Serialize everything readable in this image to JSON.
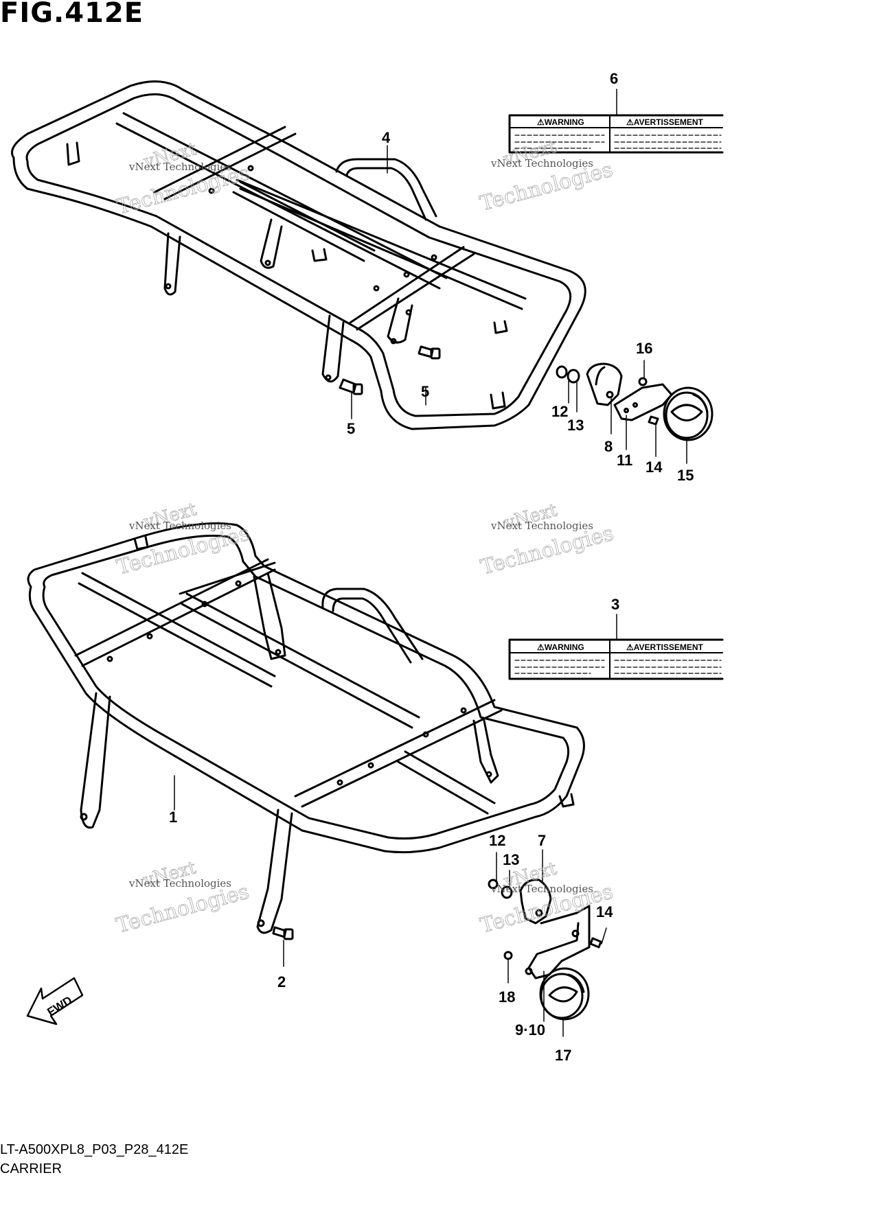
{
  "figure": {
    "title": "FIG.412E",
    "code": "LT-A500XPL8_P03_P28_412E",
    "name": "CARRIER"
  },
  "callouts": {
    "c1": "1",
    "c2": "2",
    "c3": "3",
    "c4": "4",
    "c5a": "5",
    "c5b": "5",
    "c6": "6",
    "c7": "7",
    "c8": "8",
    "c9_10": "9·10",
    "c11": "11",
    "c12a": "12",
    "c12b": "12",
    "c13a": "13",
    "c13b": "13",
    "c14a": "14",
    "c14b": "14",
    "c15": "15",
    "c16": "16",
    "c17": "17",
    "c18": "18"
  },
  "labels": {
    "warning": "⚠WARNING",
    "avertissement": "⚠AVERTISSEMENT"
  },
  "fwd": "FWD",
  "watermark": {
    "line1": "vNext",
    "line2": "Technologies",
    "small": "vNext Technologies"
  }
}
